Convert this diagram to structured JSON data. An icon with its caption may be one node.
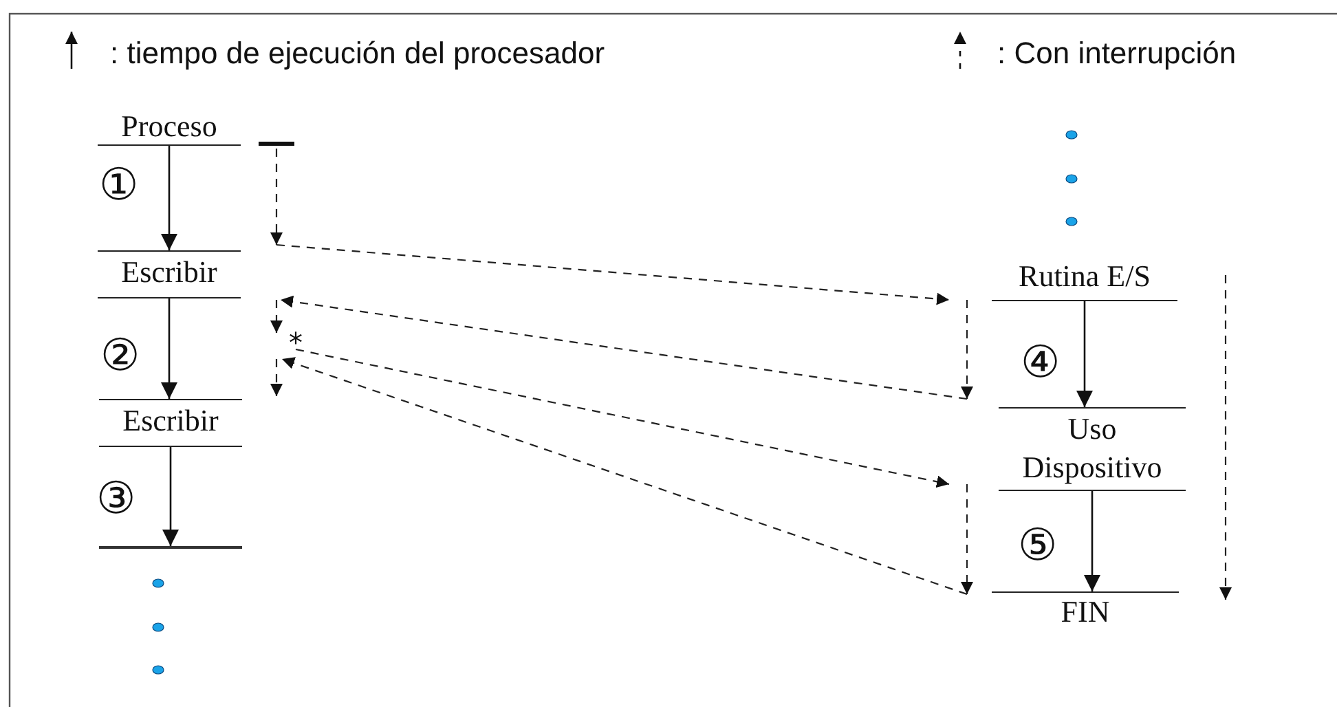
{
  "diagram": {
    "nodes": [
      {
        "text": [
          "Proceso"
        ]
      },
      {
        "text": [
          "Escribir"
        ]
      },
      {
        "text": [
          "Escribir"
        ]
      },
      {
        "text": [],
        "shape": "bar"
      },
      {
        "text": [
          "Rutina E/S"
        ]
      },
      {
        "text": [
          "Uso Dispositivo"
        ]
      },
      {
        "text": [
          "FIN"
        ]
      }
    ],
    "edges": [
      {
        "from": 0,
        "to": 1,
        "arrow": "to"
      },
      {
        "from": 1,
        "to": 2,
        "arrow": "to"
      },
      {
        "from": 2,
        "to": 3,
        "arrow": "to"
      },
      {
        "from": 4,
        "to": 5,
        "arrow": "to"
      },
      {
        "from": 5,
        "to": 6,
        "arrow": "to"
      }
    ],
    "labels": [
      "①",
      "②",
      "*",
      "③",
      "④",
      "⑤"
    ],
    "legend": [
      {
        "text": ": tiempo de ejecución del procesador"
      },
      {
        "text": ": Con interrupción"
      }
    ]
  }
}
